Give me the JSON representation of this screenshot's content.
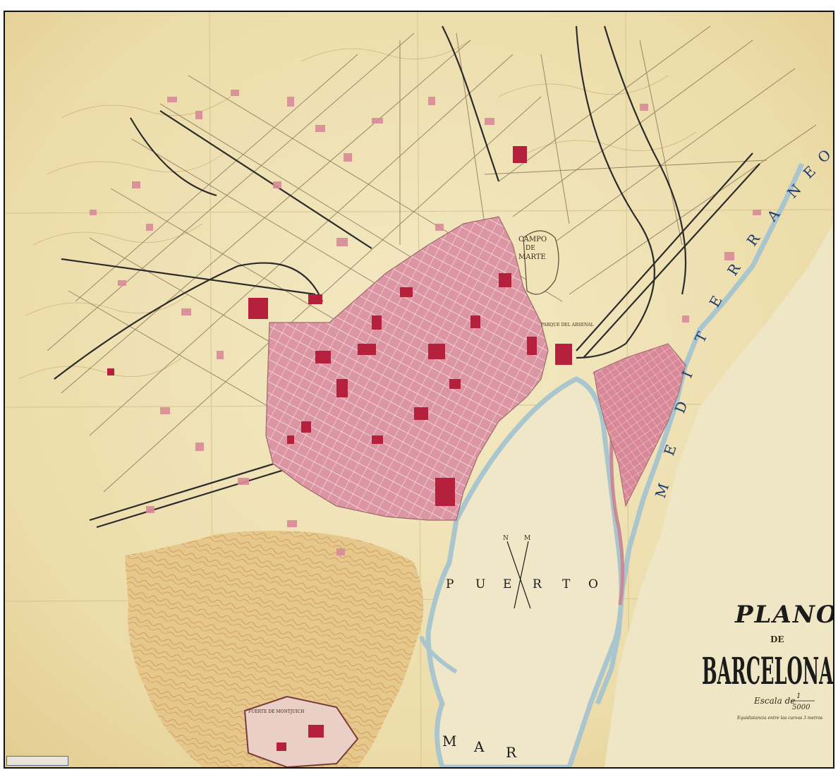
{
  "map": {
    "title_line1": "PLANO",
    "title_line2": "DE",
    "title_city": "BARCELONA",
    "scale_label": "Escala de",
    "scale_numerator": "1",
    "scale_denominator": "5000",
    "equidistance_note": "Equidistancia entre las curvas 3 metros",
    "sea_letters": [
      "M",
      "E",
      "D",
      "I",
      "T",
      "E",
      "R",
      "R",
      "A",
      "N",
      "E",
      "O"
    ],
    "mar_letters": [
      "M",
      "A",
      "R"
    ],
    "puerto_letters": [
      "P",
      "U",
      "E",
      "R",
      "T",
      "O"
    ],
    "campo_line1": "CAMPO",
    "campo_line2": "DE",
    "campo_line3": "MARTE",
    "parque_label": "PARQUE DEL ARSENAL",
    "fuerte_label": "FUERTE DE MONTJUICH",
    "compass_n": "N",
    "compass_m": "M"
  },
  "colors": {
    "paper": "#efe3b8",
    "paper_dark": "#e3cf92",
    "city_fill": "#d98a98",
    "city_dark": "#b5203c",
    "water": "#a9c6cf",
    "rail": "#2b2b2b",
    "road": "#7a6a50",
    "contour": "#c9a063"
  }
}
